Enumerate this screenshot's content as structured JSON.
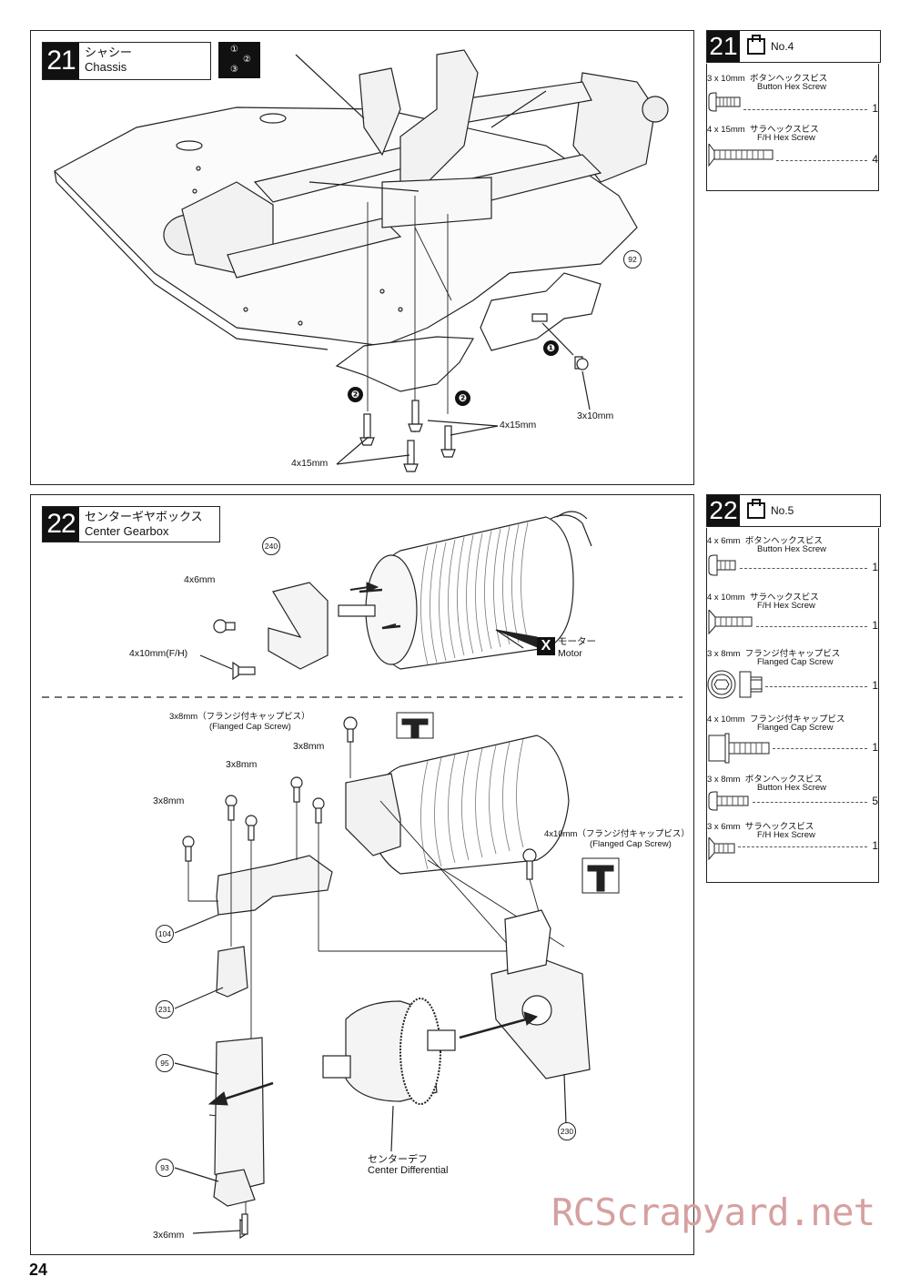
{
  "page_number": "24",
  "watermark": "RCScrapyard.net",
  "step21": {
    "number": "21",
    "title_jp": "シャシー",
    "title_en": "Chassis",
    "order_icon": [
      "①",
      "②",
      "③"
    ],
    "bag": {
      "number": "21",
      "label": "No.4"
    },
    "parts": [
      {
        "size": "3 x 10mm",
        "jp": "ボタンヘックスビス",
        "en": "Button Hex Screw",
        "qty": "1",
        "icon": "button-hex-screw-icon"
      },
      {
        "size": "4 x 15mm",
        "jp": "サラヘックスビス",
        "en": "F/H Hex Screw",
        "qty": "4",
        "icon": "flat-head-hex-screw-icon"
      }
    ],
    "callouts": {
      "part_92": "92",
      "screw_3x10": "3x10mm",
      "screw_4x15_right": "4x15mm",
      "screw_4x15_left": "4x15mm",
      "order_1": "❶",
      "order_2a": "❷",
      "order_2b": "❷"
    }
  },
  "step22": {
    "number": "22",
    "title_jp": "センターギヤボックス",
    "title_en": "Center Gearbox",
    "bag": {
      "number": "22",
      "label": "No.5"
    },
    "parts": [
      {
        "size": "4 x 6mm",
        "jp": "ボタンヘックスビス",
        "en": "Button Hex Screw",
        "qty": "1",
        "icon": "button-hex-screw-icon"
      },
      {
        "size": "4 x 10mm",
        "jp": "サラヘックスビス",
        "en": "F/H Hex Screw",
        "qty": "1",
        "icon": "flat-head-hex-screw-icon"
      },
      {
        "size": "3 x 8mm",
        "jp": "フランジ付キャップビス",
        "en": "Flanged Cap Screw",
        "qty": "1",
        "icon": "flanged-cap-screw-icon"
      },
      {
        "size": "4 x 10mm",
        "jp": "フランジ付キャップビス",
        "en": "Flanged Cap Screw",
        "qty": "1",
        "icon": "flanged-cap-screw-icon"
      },
      {
        "size": "3 x 8mm",
        "jp": "ボタンヘックスビス",
        "en": "Button Hex Screw",
        "qty": "5",
        "icon": "button-hex-screw-icon"
      },
      {
        "size": "3 x 6mm",
        "jp": "サラヘックスビス",
        "en": "F/H Hex Screw",
        "qty": "1",
        "icon": "flat-head-hex-screw-icon"
      }
    ],
    "callouts": {
      "part_240": "240",
      "screw_4x6": "4x6mm",
      "screw_4x10fh": "4x10mm(F/H)",
      "motor_mark": "X",
      "motor_jp": "モーター",
      "motor_en": "Motor",
      "flanged_3x8_jp": "3x8mm（フランジ付キャップビス）",
      "flanged_3x8_en": "(Flanged Cap Screw)",
      "flanged_4x10_jp": "4x10mm（フランジ付キャップビス）",
      "flanged_4x10_en": "(Flanged Cap Screw)",
      "screw_3x8_a": "3x8mm",
      "screw_3x8_b": "3x8mm",
      "screw_3x8_c": "3x8mm",
      "part_104": "104",
      "part_231": "231",
      "part_95": "95",
      "part_93": "93",
      "part_230": "230",
      "screw_3x6": "3x6mm",
      "diff_jp": "センターデフ",
      "diff_en": "Center Differential"
    }
  }
}
